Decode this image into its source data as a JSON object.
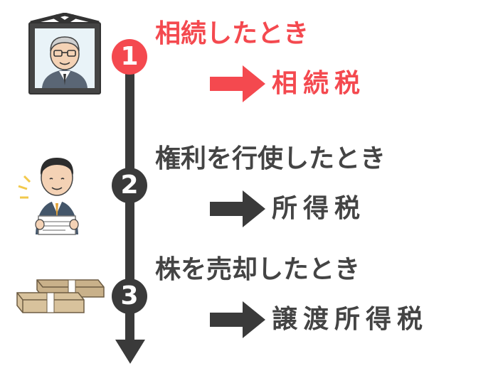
{
  "colors": {
    "accent": "#f4494f",
    "dark": "#3a3a3a",
    "text_dark": "#444444"
  },
  "icons": [
    "memorial-portrait-icon",
    "businessman-with-document-icon",
    "money-stacks-icon",
    "right-arrow-icon",
    "down-arrow-icon"
  ],
  "steps": [
    {
      "number": "1",
      "heading": "相続したとき",
      "tax": "相続税"
    },
    {
      "number": "2",
      "heading": "権利を行使したとき",
      "tax": "所得税"
    },
    {
      "number": "3",
      "heading": "株を売却したとき",
      "tax": "譲渡所得税"
    }
  ]
}
